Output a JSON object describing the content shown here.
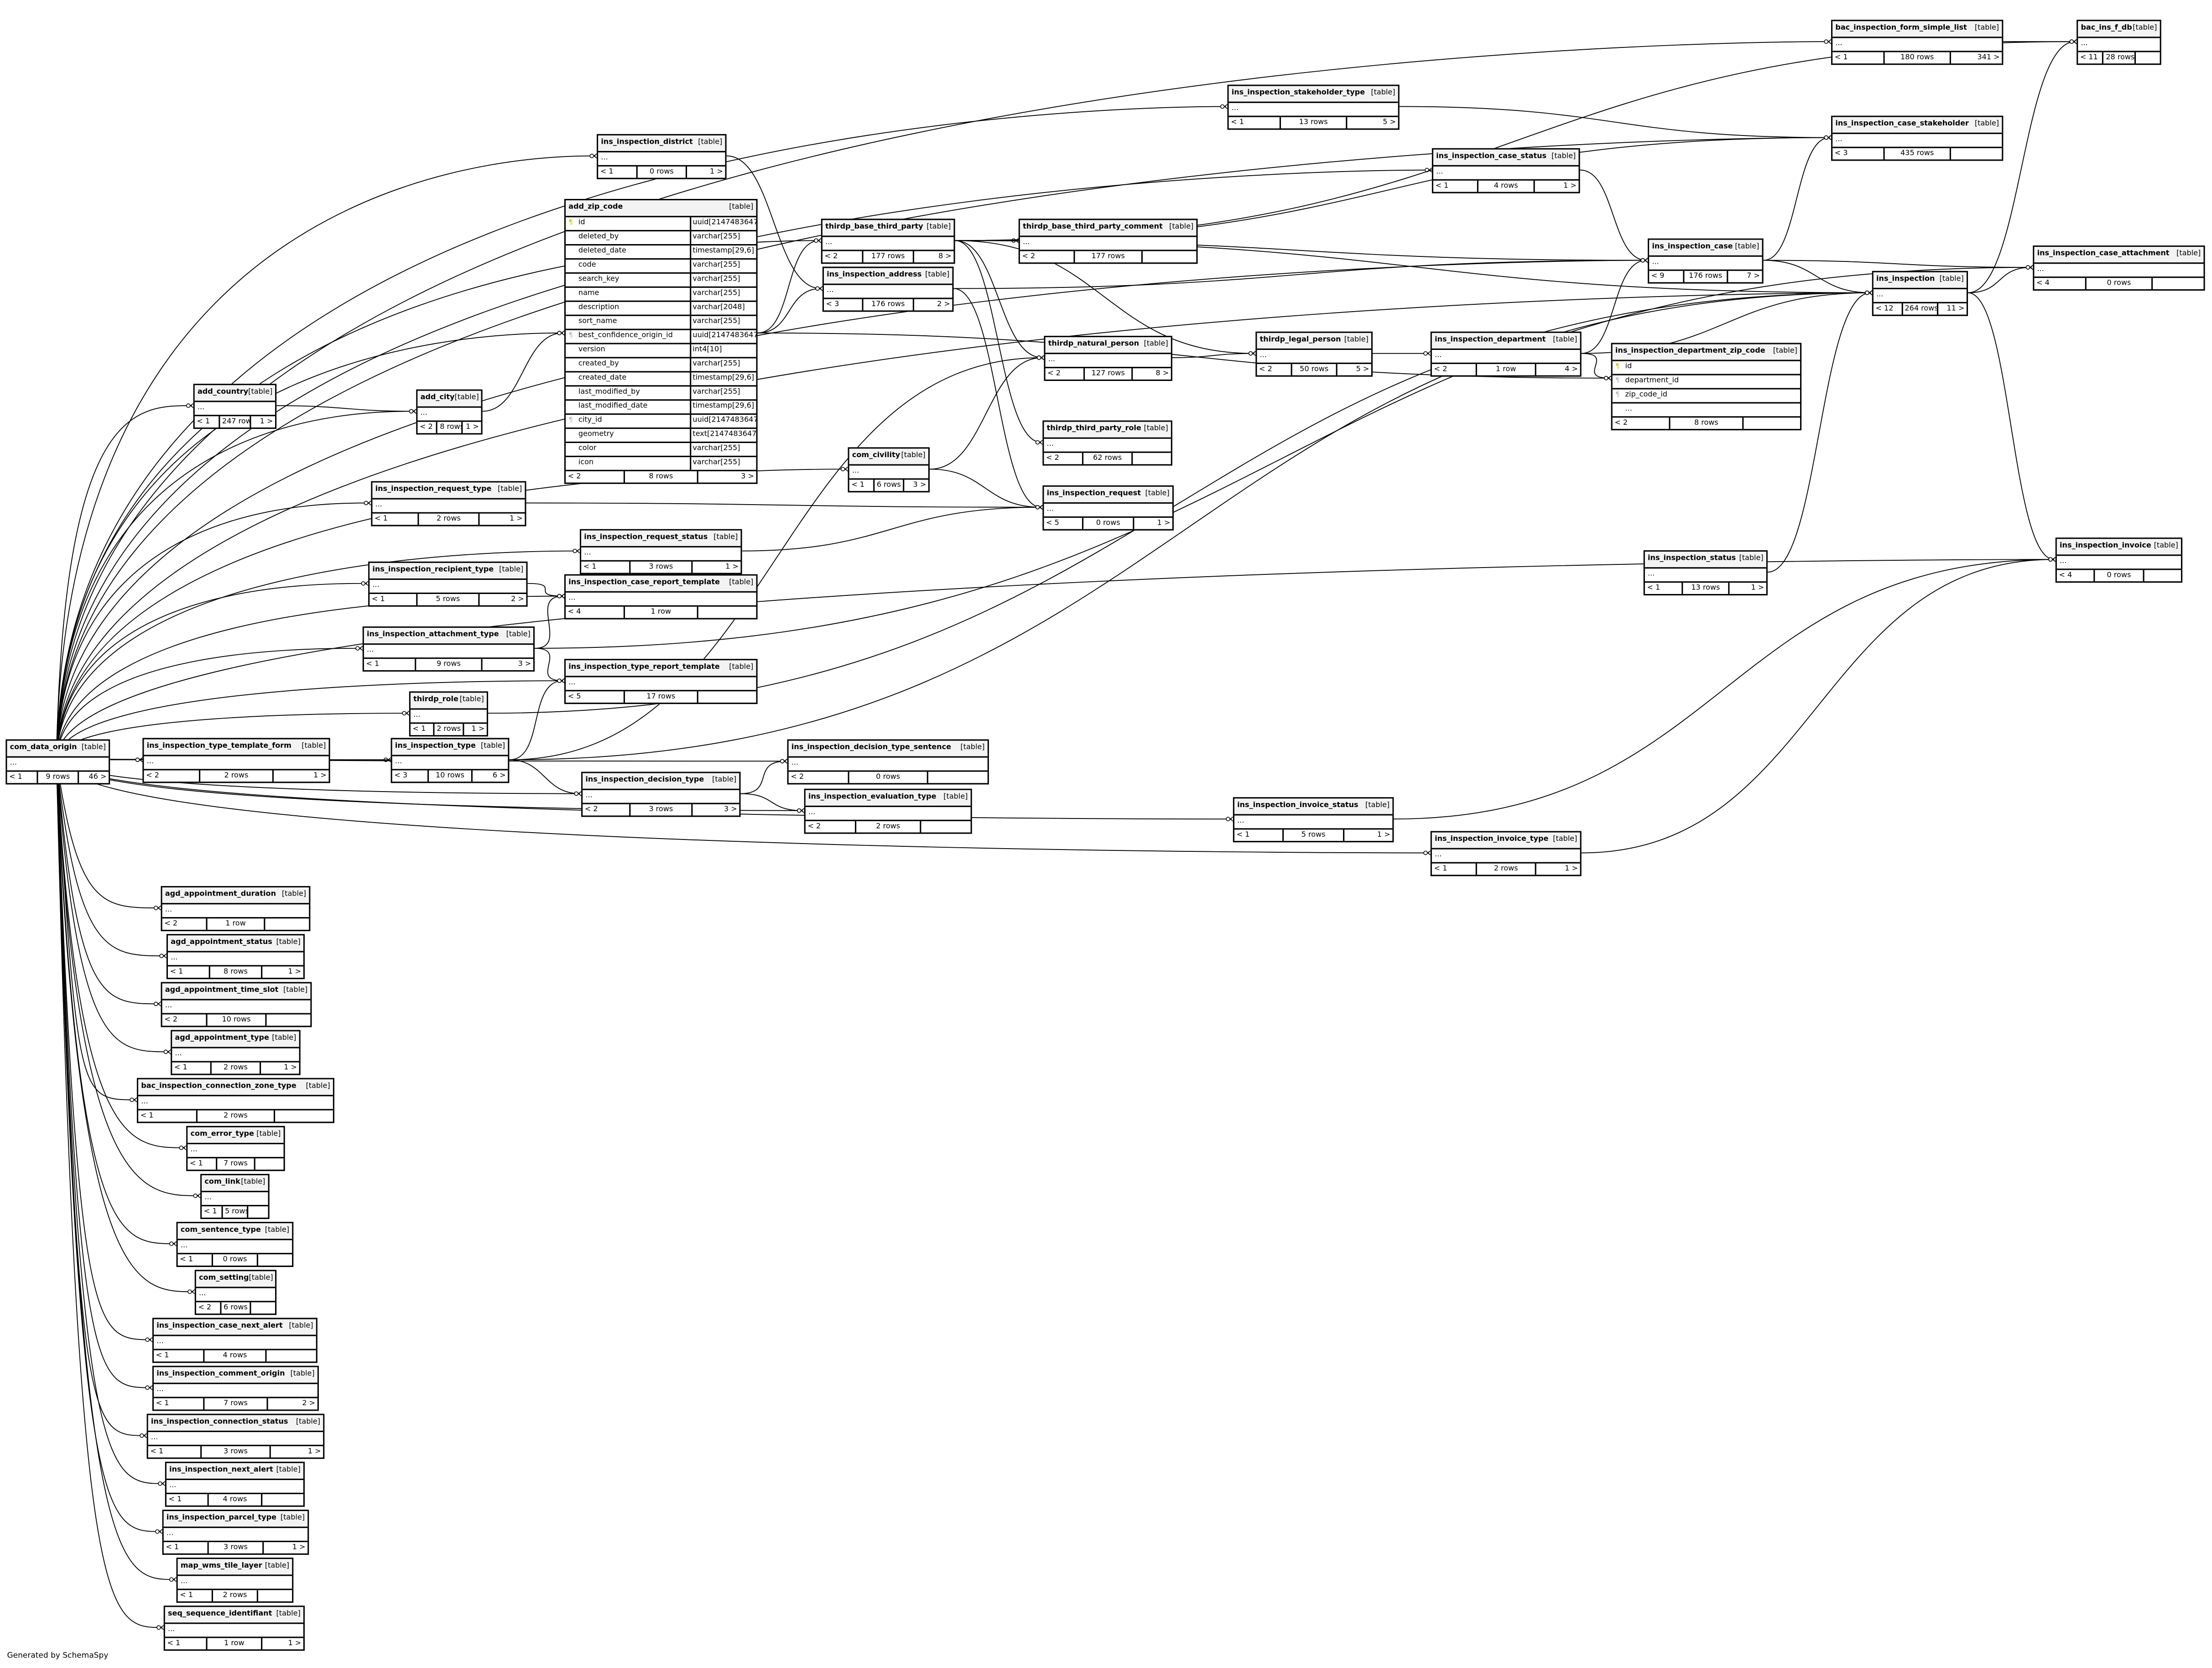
{
  "footer": "Generated by SchemaSpy",
  "table_tag": "[table]",
  "ellipsis": "...",
  "tables": {
    "bac_inspection_form_simple_list": {
      "name": "bac_inspection_form_simple_list",
      "left": "< 1",
      "rows": "180 rows",
      "right": "341 >"
    },
    "bac_ins_f_db": {
      "name": "bac_ins_f_db",
      "left": "< 11",
      "rows": "28 rows",
      "right": ""
    },
    "ins_inspection_stakeholder_type": {
      "name": "ins_inspection_stakeholder_type",
      "left": "< 1",
      "rows": "13 rows",
      "right": "5 >"
    },
    "ins_inspection_case_stakeholder": {
      "name": "ins_inspection_case_stakeholder",
      "left": "< 3",
      "rows": "435 rows",
      "right": ""
    },
    "ins_inspection_district": {
      "name": "ins_inspection_district",
      "left": "< 1",
      "rows": "0 rows",
      "right": "1 >"
    },
    "ins_inspection_case_status": {
      "name": "ins_inspection_case_status",
      "left": "< 1",
      "rows": "4 rows",
      "right": "1 >"
    },
    "add_zip_code": {
      "name": "add_zip_code",
      "left": "< 2",
      "rows": "8 rows",
      "right": "3 >",
      "columns": [
        {
          "name": "id",
          "type": "uuid[2147483647]",
          "key": "pk"
        },
        {
          "name": "deleted_by",
          "type": "varchar[255]"
        },
        {
          "name": "deleted_date",
          "type": "timestamp[29,6]"
        },
        {
          "name": "code",
          "type": "varchar[255]"
        },
        {
          "name": "search_key",
          "type": "varchar[255]"
        },
        {
          "name": "name",
          "type": "varchar[255]"
        },
        {
          "name": "description",
          "type": "varchar[2048]"
        },
        {
          "name": "sort_name",
          "type": "varchar[255]"
        },
        {
          "name": "best_confidence_origin_id",
          "type": "uuid[2147483647]",
          "key": "fk"
        },
        {
          "name": "version",
          "type": "int4[10]"
        },
        {
          "name": "created_by",
          "type": "varchar[255]"
        },
        {
          "name": "created_date",
          "type": "timestamp[29,6]"
        },
        {
          "name": "last_modified_by",
          "type": "varchar[255]"
        },
        {
          "name": "last_modified_date",
          "type": "timestamp[29,6]"
        },
        {
          "name": "city_id",
          "type": "uuid[2147483647]",
          "key": "fk"
        },
        {
          "name": "geometry",
          "type": "text[2147483647]"
        },
        {
          "name": "color",
          "type": "varchar[255]"
        },
        {
          "name": "icon",
          "type": "varchar[255]"
        }
      ]
    },
    "thirdp_base_third_party": {
      "name": "thirdp_base_third_party",
      "left": "< 2",
      "rows": "177 rows",
      "right": "8 >"
    },
    "thirdp_base_third_party_comment": {
      "name": "thirdp_base_third_party_comment",
      "left": "< 2",
      "rows": "177 rows",
      "right": ""
    },
    "ins_inspection_case": {
      "name": "ins_inspection_case",
      "left": "< 9",
      "rows": "176 rows",
      "right": "7 >"
    },
    "ins_inspection_case_attachment": {
      "name": "ins_inspection_case_attachment",
      "left": "< 4",
      "rows": "0 rows",
      "right": ""
    },
    "ins_inspection_address": {
      "name": "ins_inspection_address",
      "left": "< 3",
      "rows": "176 rows",
      "right": "2 >"
    },
    "ins_inspection": {
      "name": "ins_inspection",
      "left": "< 12",
      "rows": "264 rows",
      "right": "11 >"
    },
    "thirdp_natural_person": {
      "name": "thirdp_natural_person",
      "left": "< 2",
      "rows": "127 rows",
      "right": "8 >"
    },
    "thirdp_legal_person": {
      "name": "thirdp_legal_person",
      "left": "< 2",
      "rows": "50 rows",
      "right": "5 >"
    },
    "ins_inspection_department": {
      "name": "ins_inspection_department",
      "left": "< 2",
      "rows": "1 row",
      "right": "4 >"
    },
    "ins_inspection_department_zip_code": {
      "name": "ins_inspection_department_zip_code",
      "left": "< 2",
      "rows": "8 rows",
      "right": "",
      "columns": [
        {
          "name": "id",
          "key": "pk"
        },
        {
          "name": "department_id",
          "key": "fk"
        },
        {
          "name": "zip_code_id",
          "key": "fk"
        },
        {
          "name": "..."
        }
      ]
    },
    "add_country": {
      "name": "add_country",
      "left": "< 1",
      "rows": "247 rows",
      "right": "1 >"
    },
    "add_city": {
      "name": "add_city",
      "left": "< 2",
      "rows": "8 rows",
      "right": "1 >"
    },
    "thirdp_third_party_role": {
      "name": "thirdp_third_party_role",
      "left": "< 2",
      "rows": "62 rows",
      "right": ""
    },
    "com_civility": {
      "name": "com_civility",
      "left": "< 1",
      "rows": "6 rows",
      "right": "3 >"
    },
    "ins_inspection_request_type": {
      "name": "ins_inspection_request_type",
      "left": "< 1",
      "rows": "2 rows",
      "right": "1 >"
    },
    "ins_inspection_request": {
      "name": "ins_inspection_request",
      "left": "< 5",
      "rows": "0 rows",
      "right": "1 >"
    },
    "ins_inspection_request_status": {
      "name": "ins_inspection_request_status",
      "left": "< 1",
      "rows": "3 rows",
      "right": "1 >"
    },
    "ins_inspection_invoice": {
      "name": "ins_inspection_invoice",
      "left": "< 4",
      "rows": "0 rows",
      "right": ""
    },
    "ins_inspection_status": {
      "name": "ins_inspection_status",
      "left": "< 1",
      "rows": "13 rows",
      "right": "1 >"
    },
    "ins_inspection_recipient_type": {
      "name": "ins_inspection_recipient_type",
      "left": "< 1",
      "rows": "5 rows",
      "right": "2 >"
    },
    "ins_inspection_case_report_template": {
      "name": "ins_inspection_case_report_template",
      "left": "< 4",
      "rows": "1 row",
      "right": ""
    },
    "ins_inspection_attachment_type": {
      "name": "ins_inspection_attachment_type",
      "left": "< 1",
      "rows": "9 rows",
      "right": "3 >"
    },
    "ins_inspection_type_report_template": {
      "name": "ins_inspection_type_report_template",
      "left": "< 5",
      "rows": "17 rows",
      "right": ""
    },
    "thirdp_role": {
      "name": "thirdp_role",
      "left": "< 1",
      "rows": "2 rows",
      "right": "1 >"
    },
    "com_data_origin": {
      "name": "com_data_origin",
      "left": "< 1",
      "rows": "9 rows",
      "right": "46 >"
    },
    "ins_inspection_type_template_form": {
      "name": "ins_inspection_type_template_form",
      "left": "< 2",
      "rows": "2 rows",
      "right": "1 >"
    },
    "ins_inspection_type": {
      "name": "ins_inspection_type",
      "left": "< 3",
      "rows": "10 rows",
      "right": "6 >"
    },
    "ins_inspection_decision_type_sentence": {
      "name": "ins_inspection_decision_type_sentence",
      "left": "< 2",
      "rows": "0 rows",
      "right": ""
    },
    "ins_inspection_decision_type": {
      "name": "ins_inspection_decision_type",
      "left": "< 2",
      "rows": "3 rows",
      "right": "3 >"
    },
    "ins_inspection_evaluation_type": {
      "name": "ins_inspection_evaluation_type",
      "left": "< 2",
      "rows": "2 rows",
      "right": ""
    },
    "ins_inspection_invoice_status": {
      "name": "ins_inspection_invoice_status",
      "left": "< 1",
      "rows": "5 rows",
      "right": "1 >"
    },
    "ins_inspection_invoice_type": {
      "name": "ins_inspection_invoice_type",
      "left": "< 1",
      "rows": "2 rows",
      "right": "1 >"
    },
    "agd_appointment_duration": {
      "name": "agd_appointment_duration",
      "left": "< 2",
      "rows": "1 row",
      "right": ""
    },
    "agd_appointment_status": {
      "name": "agd_appointment_status",
      "left": "< 1",
      "rows": "8 rows",
      "right": "1 >"
    },
    "agd_appointment_time_slot": {
      "name": "agd_appointment_time_slot",
      "left": "< 2",
      "rows": "10 rows",
      "right": ""
    },
    "agd_appointment_type": {
      "name": "agd_appointment_type",
      "left": "< 1",
      "rows": "2 rows",
      "right": "1 >"
    },
    "bac_inspection_connection_zone_type": {
      "name": "bac_inspection_connection_zone_type",
      "left": "< 1",
      "rows": "2 rows",
      "right": ""
    },
    "com_error_type": {
      "name": "com_error_type",
      "left": "< 1",
      "rows": "7 rows",
      "right": ""
    },
    "com_link": {
      "name": "com_link",
      "left": "< 1",
      "rows": "5 rows",
      "right": ""
    },
    "com_sentence_type": {
      "name": "com_sentence_type",
      "left": "< 1",
      "rows": "0 rows",
      "right": ""
    },
    "com_setting": {
      "name": "com_setting",
      "left": "< 2",
      "rows": "6 rows",
      "right": ""
    },
    "ins_inspection_case_next_alert": {
      "name": "ins_inspection_case_next_alert",
      "left": "< 1",
      "rows": "4 rows",
      "right": ""
    },
    "ins_inspection_comment_origin": {
      "name": "ins_inspection_comment_origin",
      "left": "< 1",
      "rows": "7 rows",
      "right": "2 >"
    },
    "ins_inspection_connection_status": {
      "name": "ins_inspection_connection_status",
      "left": "< 1",
      "rows": "3 rows",
      "right": "1 >"
    },
    "ins_inspection_next_alert": {
      "name": "ins_inspection_next_alert",
      "left": "< 1",
      "rows": "4 rows",
      "right": ""
    },
    "ins_inspection_parcel_type": {
      "name": "ins_inspection_parcel_type",
      "left": "< 1",
      "rows": "3 rows",
      "right": "1 >"
    },
    "map_wms_tile_layer": {
      "name": "map_wms_tile_layer",
      "left": "< 1",
      "rows": "2 rows",
      "right": ""
    },
    "seq_sequence_identifiant": {
      "name": "seq_sequence_identifiant",
      "left": "< 1",
      "rows": "1 row",
      "right": "1 >"
    }
  },
  "relationships": [
    [
      "com_data_origin",
      "bac_inspection_form_simple_list"
    ],
    [
      "com_data_origin",
      "ins_inspection_stakeholder_type"
    ],
    [
      "com_data_origin",
      "ins_inspection_case_stakeholder"
    ],
    [
      "com_data_origin",
      "ins_inspection_district"
    ],
    [
      "com_data_origin",
      "ins_inspection_case_status"
    ],
    [
      "com_data_origin",
      "add_zip_code"
    ],
    [
      "com_data_origin",
      "thirdp_base_third_party"
    ],
    [
      "com_data_origin",
      "add_country"
    ],
    [
      "com_data_origin",
      "add_city"
    ],
    [
      "com_data_origin",
      "ins_inspection_request_type"
    ],
    [
      "com_data_origin",
      "com_civility"
    ],
    [
      "com_data_origin",
      "ins_inspection_request_status"
    ],
    [
      "com_data_origin",
      "ins_inspection_recipient_type"
    ],
    [
      "com_data_origin",
      "ins_inspection_attachment_type"
    ],
    [
      "com_data_origin",
      "thirdp_role"
    ],
    [
      "com_data_origin",
      "ins_inspection_type_template_form"
    ],
    [
      "com_data_origin",
      "ins_inspection_type"
    ],
    [
      "com_data_origin",
      "ins_inspection_decision_type"
    ],
    [
      "com_data_origin",
      "ins_inspection_invoice_status"
    ],
    [
      "com_data_origin",
      "ins_inspection_invoice_type"
    ],
    [
      "com_data_origin",
      "ins_inspection_case_report_template"
    ],
    [
      "com_data_origin",
      "ins_inspection_type_report_template"
    ],
    [
      "com_data_origin",
      "ins_inspection_evaluation_type"
    ],
    [
      "com_data_origin",
      "ins_inspection_decision_type_sentence"
    ],
    [
      "com_data_origin",
      "ins_inspection_case"
    ],
    [
      "com_data_origin",
      "ins_inspection"
    ],
    [
      "com_data_origin",
      "ins_inspection_invoice"
    ],
    [
      "com_data_origin",
      "agd_appointment_duration"
    ],
    [
      "com_data_origin",
      "agd_appointment_status"
    ],
    [
      "com_data_origin",
      "agd_appointment_time_slot"
    ],
    [
      "com_data_origin",
      "agd_appointment_type"
    ],
    [
      "com_data_origin",
      "bac_inspection_connection_zone_type"
    ],
    [
      "com_data_origin",
      "com_error_type"
    ],
    [
      "com_data_origin",
      "com_link"
    ],
    [
      "com_data_origin",
      "com_sentence_type"
    ],
    [
      "com_data_origin",
      "com_setting"
    ],
    [
      "com_data_origin",
      "ins_inspection_case_next_alert"
    ],
    [
      "com_data_origin",
      "ins_inspection_comment_origin"
    ],
    [
      "com_data_origin",
      "ins_inspection_connection_status"
    ],
    [
      "com_data_origin",
      "ins_inspection_next_alert"
    ],
    [
      "com_data_origin",
      "ins_inspection_parcel_type"
    ],
    [
      "com_data_origin",
      "map_wms_tile_layer"
    ],
    [
      "com_data_origin",
      "seq_sequence_identifiant"
    ],
    [
      "bac_inspection_form_simple_list",
      "bac_ins_f_db"
    ],
    [
      "ins_inspection",
      "bac_ins_f_db"
    ],
    [
      "thirdp_base_third_party",
      "bac_ins_f_db"
    ],
    [
      "ins_inspection_stakeholder_type",
      "ins_inspection_case_stakeholder"
    ],
    [
      "ins_inspection_district",
      "ins_inspection_address"
    ],
    [
      "ins_inspection_case_status",
      "ins_inspection_case"
    ],
    [
      "add_country",
      "add_city"
    ],
    [
      "add_city",
      "add_zip_code"
    ],
    [
      "add_zip_code",
      "thirdp_base_third_party"
    ],
    [
      "add_zip_code",
      "ins_inspection_address"
    ],
    [
      "add_zip_code",
      "ins_inspection_department_zip_code"
    ],
    [
      "thirdp_base_third_party",
      "thirdp_base_third_party_comment"
    ],
    [
      "thirdp_base_third_party",
      "thirdp_natural_person"
    ],
    [
      "thirdp_base_third_party",
      "thirdp_legal_person"
    ],
    [
      "thirdp_base_third_party",
      "thirdp_third_party_role"
    ],
    [
      "thirdp_base_third_party",
      "ins_inspection_case"
    ],
    [
      "thirdp_base_third_party",
      "ins_inspection"
    ],
    [
      "thirdp_base_third_party",
      "ins_inspection_case_stakeholder"
    ],
    [
      "ins_inspection_address",
      "ins_inspection_case"
    ],
    [
      "ins_inspection_address",
      "ins_inspection_request"
    ],
    [
      "ins_inspection_case",
      "ins_inspection_case_stakeholder"
    ],
    [
      "ins_inspection_case",
      "ins_inspection_case_attachment"
    ],
    [
      "ins_inspection_case",
      "ins_inspection"
    ],
    [
      "ins_inspection",
      "ins_inspection_case_attachment"
    ],
    [
      "ins_inspection",
      "ins_inspection_invoice"
    ],
    [
      "thirdp_natural_person",
      "thirdp_legal_person"
    ],
    [
      "com_civility",
      "thirdp_natural_person"
    ],
    [
      "com_civility",
      "ins_inspection_request"
    ],
    [
      "thirdp_legal_person",
      "ins_inspection_department"
    ],
    [
      "ins_inspection_department",
      "ins_inspection_case"
    ],
    [
      "ins_inspection_department",
      "ins_inspection_department_zip_code"
    ],
    [
      "ins_inspection_department",
      "ins_inspection"
    ],
    [
      "ins_inspection_request_type",
      "ins_inspection_request"
    ],
    [
      "ins_inspection_request_status",
      "ins_inspection_request"
    ],
    [
      "ins_inspection_status",
      "ins_inspection"
    ],
    [
      "ins_inspection_recipient_type",
      "ins_inspection_case_report_template"
    ],
    [
      "ins_inspection_attachment_type",
      "ins_inspection_case_report_template"
    ],
    [
      "ins_inspection_attachment_type",
      "ins_inspection_type_report_template"
    ],
    [
      "ins_inspection_attachment_type",
      "ins_inspection_case_attachment"
    ],
    [
      "ins_inspection_type",
      "ins_inspection_type_report_template"
    ],
    [
      "ins_inspection_type",
      "ins_inspection_decision_type"
    ],
    [
      "ins_inspection_type",
      "ins_inspection"
    ],
    [
      "ins_inspection_type",
      "ins_inspection_type_template_form"
    ],
    [
      "ins_inspection_type",
      "thirdp_natural_person"
    ],
    [
      "ins_inspection_decision_type",
      "ins_inspection_decision_type_sentence"
    ],
    [
      "ins_inspection_decision_type",
      "ins_inspection_evaluation_type"
    ],
    [
      "ins_inspection_invoice_status",
      "ins_inspection_invoice"
    ],
    [
      "ins_inspection_invoice_type",
      "ins_inspection_invoice"
    ],
    [
      "thirdp_role",
      "ins_inspection"
    ]
  ]
}
